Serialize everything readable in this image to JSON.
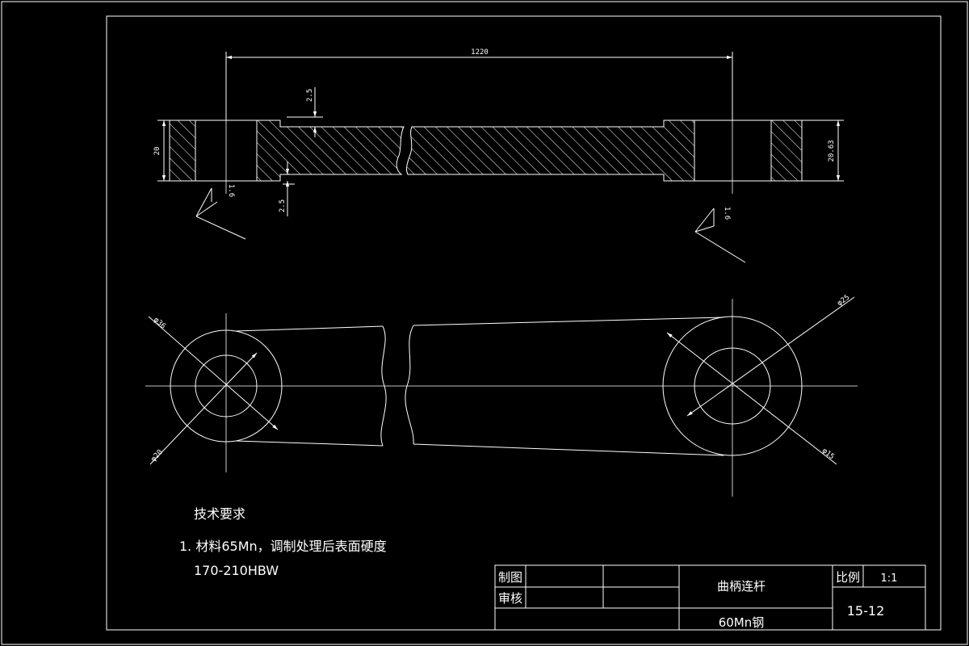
{
  "drawing": {
    "dimensions": {
      "length": "1220",
      "step_top": "2.5",
      "step_bottom": "2.5",
      "thickness_left": "20",
      "thickness_right": "20.63",
      "roughness_left": "1.6",
      "roughness_right": "1.6",
      "dia_outer_left": "φ36",
      "dia_inner_left": "φ20",
      "dia_outer_right": "φ25",
      "dia_inner_right": "φ15"
    },
    "notes": {
      "heading": "技术要求",
      "line1": "1. 材料65Mn，调制处理后表面硬度",
      "line2": "170-210HBW"
    }
  },
  "title_block": {
    "drawn_label": "制图",
    "checked_label": "审核",
    "part_name": "曲柄连杆",
    "material": "60Mn钢",
    "scale_label": "比例",
    "scale_value": "1:1",
    "drawing_no": "15-12"
  }
}
